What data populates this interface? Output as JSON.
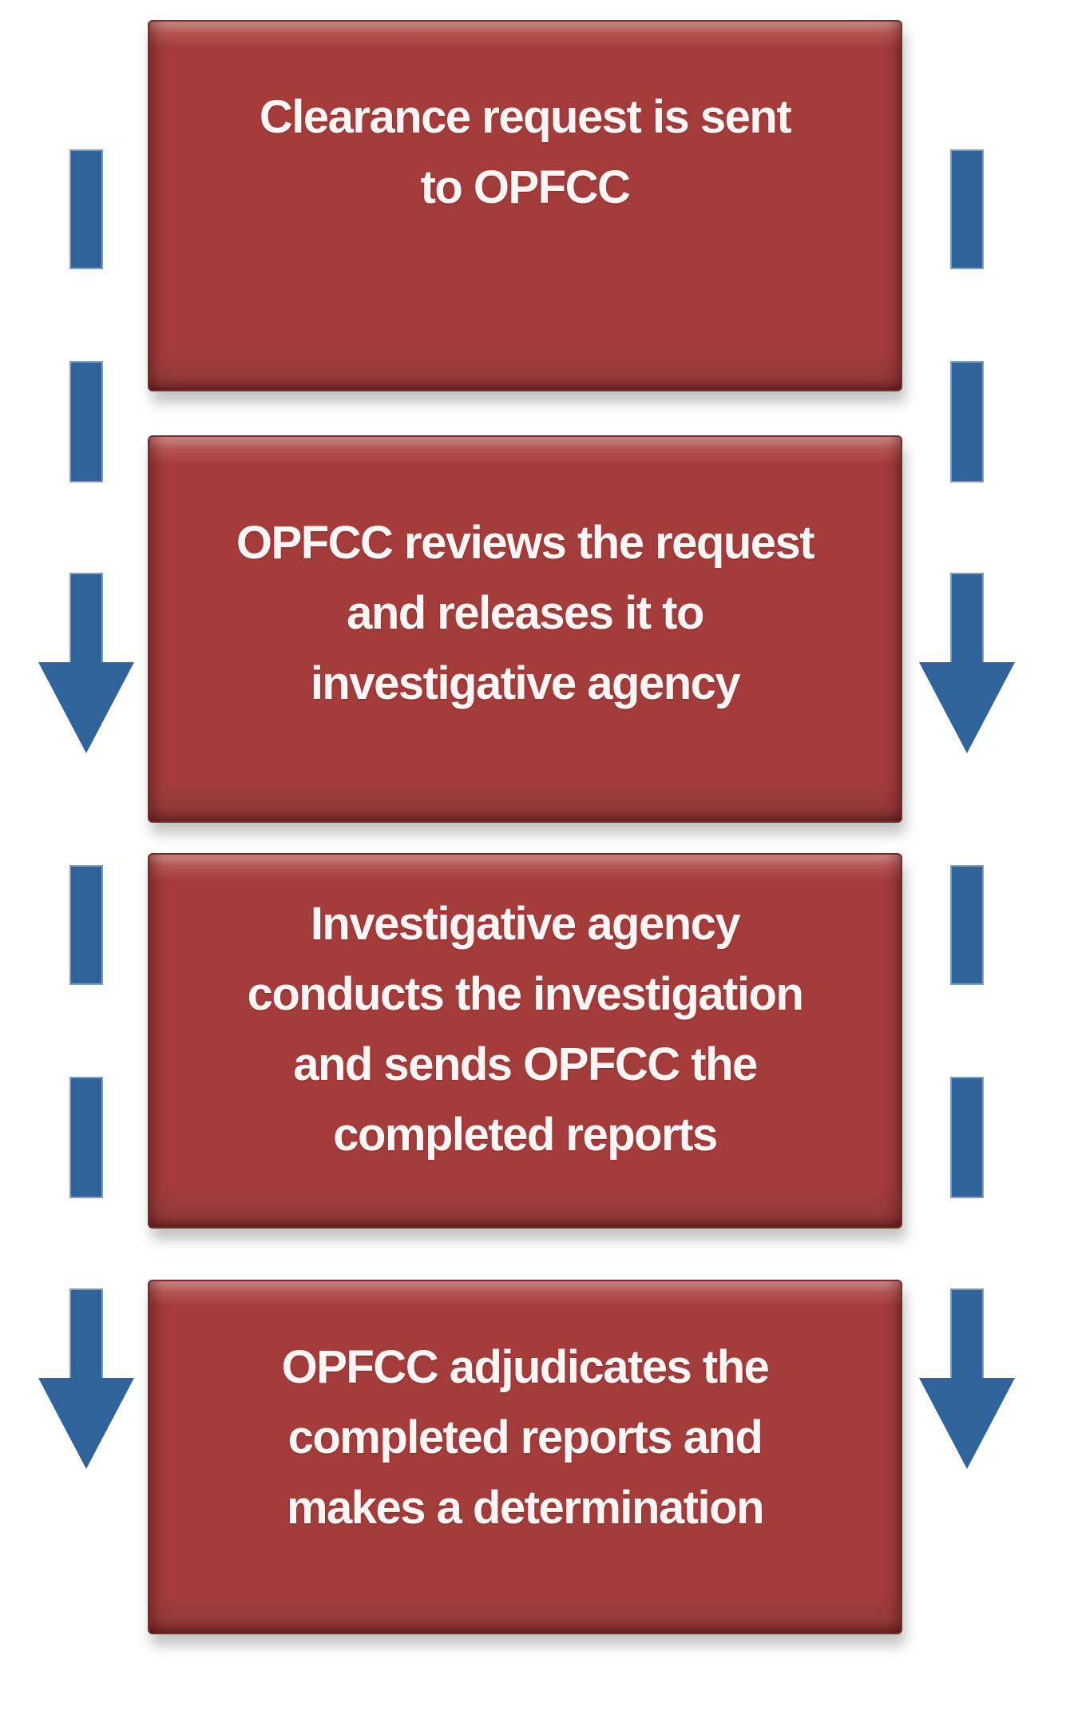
{
  "diagram": {
    "title": "",
    "boxes": [
      {
        "id": "step-1",
        "text": "Clearance request is sent\nto OPFCC"
      },
      {
        "id": "step-2",
        "text": "OPFCC reviews the request\nand releases it to\ninvestigative agency"
      },
      {
        "id": "step-3",
        "text": "Investigative agency\nconducts the investigation\nand sends OPFCC the\ncompleted reports"
      },
      {
        "id": "step-4",
        "text": "OPFCC adjudicates the\ncompleted reports and\nmakes a determination"
      }
    ],
    "arrows": {
      "icon": "dashed-down-arrow",
      "positions": [
        "left-of-steps-1-2",
        "right-of-steps-1-2",
        "left-of-steps-3-4",
        "right-of-steps-3-4"
      ]
    },
    "colors": {
      "box_fill": "#a43c3c",
      "box_border": "#772b2b",
      "box_highlight": "#d49290",
      "box_shadow_edge": "#7f2d2d",
      "arrow_fill": "#31639b",
      "arrow_border": "#7d9dc2",
      "text": "#fdf6f4",
      "background": "#ffffff"
    }
  }
}
